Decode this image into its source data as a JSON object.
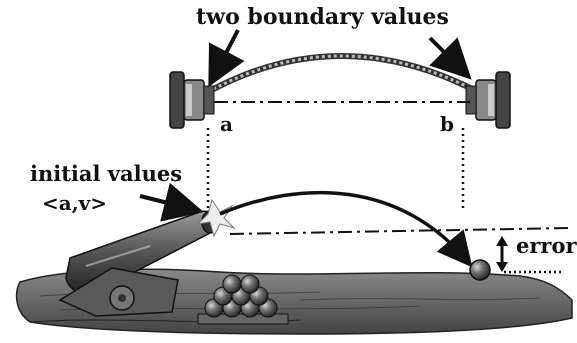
{
  "labels": {
    "title": "two boundary values",
    "point_a": "a",
    "point_b": "b",
    "initial": "initial values",
    "initial_tuple": "<a,v>",
    "error": "error"
  },
  "icons": {
    "left_anchor": "rope-clamp-icon",
    "right_anchor": "rope-clamp-icon",
    "cannon": "cannon-icon",
    "ball": "cannonball-icon",
    "ball_pile": "cannonball-pile-icon"
  },
  "colors": {
    "ink": "#111111",
    "ground": "#6d6d6d",
    "metal": "#555555"
  }
}
